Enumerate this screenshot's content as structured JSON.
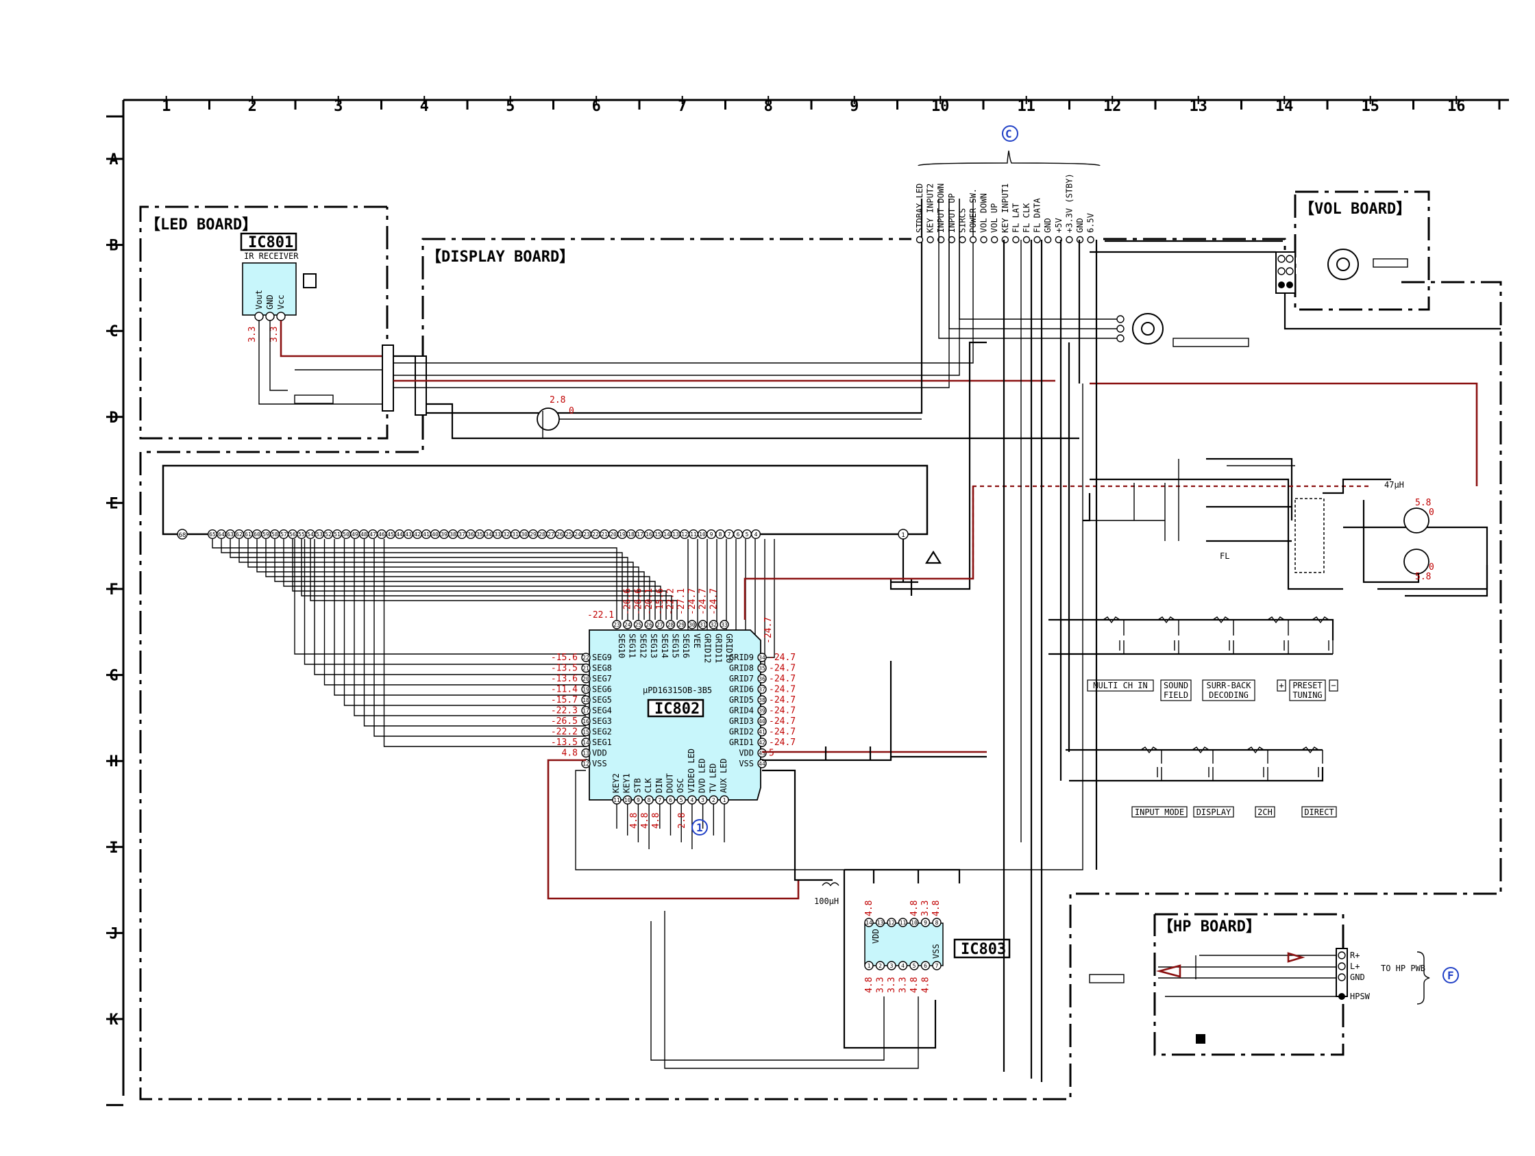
{
  "columns": [
    "1",
    "2",
    "3",
    "4",
    "5",
    "6",
    "7",
    "8",
    "9",
    "10",
    "11",
    "12",
    "13",
    "14",
    "15",
    "16"
  ],
  "rows": [
    "A",
    "B",
    "C",
    "D",
    "E",
    "F",
    "G",
    "H",
    "I",
    "J",
    "K"
  ],
  "boards": {
    "led": "【LED BOARD】",
    "display": "【DISPLAY BOARD】",
    "vol": "【VOL BOARD】",
    "hp": "【HP BOARD】"
  },
  "ic801": {
    "name": "IC801",
    "desc": "IR RECEIVER",
    "pins": [
      "Vout",
      "GND",
      "Vcc"
    ],
    "v1": "3.3",
    "v2": "3.3"
  },
  "ic802": {
    "name": "IC802",
    "part": "μPD16315OB-3B5",
    "top_voltages": [
      "-22.1",
      "-26.6",
      "-26.6",
      "-20.1",
      "-15.6",
      "-22.2",
      "-27.1",
      "-24.7",
      "-24.7",
      "-24.7"
    ],
    "left_pins": [
      {
        "n": "22",
        "label": "SEG9",
        "v": "-15.6"
      },
      {
        "n": "21",
        "label": "SEG8",
        "v": "-13.5"
      },
      {
        "n": "20",
        "label": "SEG7",
        "v": "-13.6"
      },
      {
        "n": "19",
        "label": "SEG6",
        "v": "-11.4"
      },
      {
        "n": "18",
        "label": "SEG5",
        "v": "-15.7"
      },
      {
        "n": "17",
        "label": "SEG4",
        "v": "-22.3"
      },
      {
        "n": "16",
        "label": "SEG3",
        "v": "-26.5"
      },
      {
        "n": "15",
        "label": "SEG2",
        "v": "-22.2"
      },
      {
        "n": "14",
        "label": "SEG1",
        "v": "-13.5"
      },
      {
        "n": "13",
        "label": "VDD",
        "v": "4.8"
      },
      {
        "n": "12",
        "label": "VSS",
        "v": ""
      }
    ],
    "right_pins": [
      {
        "n": "34",
        "label": "GRID9",
        "v": "-24.7"
      },
      {
        "n": "35",
        "label": "GRID8",
        "v": "-24.7"
      },
      {
        "n": "36",
        "label": "GRID7",
        "v": "-24.7"
      },
      {
        "n": "37",
        "label": "GRID6",
        "v": "-24.7"
      },
      {
        "n": "38",
        "label": "GRID5",
        "v": "-24.7"
      },
      {
        "n": "39",
        "label": "GRID4",
        "v": "-24.7"
      },
      {
        "n": "40",
        "label": "GRID3",
        "v": "-24.7"
      },
      {
        "n": "41",
        "label": "GRID2",
        "v": "-24.7"
      },
      {
        "n": "42",
        "label": "GRID1",
        "v": "-24.7"
      },
      {
        "n": "43",
        "label": "VDD",
        "v": "5"
      },
      {
        "n": "44",
        "label": "VSS",
        "v": ""
      }
    ],
    "right_top_v": "-24.7",
    "bottom_pins": [
      "KEY2",
      "KEY1",
      "STB",
      "CLK",
      "DIN",
      "DOUT",
      "OSC",
      "VIDEO LED",
      "DVD LED",
      "TV LED",
      "AUX LED"
    ],
    "bottom_v": [
      "4.8",
      "4.8",
      "4.8",
      "2.8"
    ],
    "top_pins": [
      "SEG10",
      "SEG11",
      "SEG12",
      "SEG13",
      "SEG14",
      "SEG15",
      "SEG16",
      "VEE",
      "GRID12",
      "GRID11",
      "GRID10"
    ]
  },
  "ic803": {
    "name": "IC803",
    "vdd": "VDD",
    "vss": "VSS",
    "top_v": [
      "4.8",
      "4.8",
      "3.3",
      "4.8"
    ],
    "bottom_v": [
      "4.8",
      "3.3",
      "3.3",
      "3.3",
      "4.8",
      "4.8"
    ]
  },
  "connector_c": {
    "ref": "C",
    "signals": [
      "STDBAY LED",
      "KEY INPUT2",
      "INPUT DOWN",
      "INPUT UP",
      "SIRCS",
      "POWER SW.",
      "VOL DOWN",
      "VOL UP",
      "KEY INPUT1",
      "FL LAT",
      "FL CLK",
      "FL DATA",
      "GND",
      "+5V",
      "+3.3V (STBY)",
      "GND",
      "6.5V"
    ]
  },
  "transistor_v": {
    "b": "2.8",
    "e": "0"
  },
  "inverter": {
    "l1": "47μH",
    "fl": "FL",
    "v_top": "5.8",
    "v_top0": "0",
    "v_bot": "0",
    "v_bot2": "5.8"
  },
  "inductor_j": "100μH",
  "keys_g": [
    "MULTI CH IN",
    "SOUND FIELD",
    "SURR-BACK DECODING",
    "+",
    "PRESET TUNING",
    "−"
  ],
  "keys_i": [
    "INPUT MODE",
    "DISPLAY",
    "2CH",
    "DIRECT"
  ],
  "hp": {
    "pins": [
      "R+",
      "L+",
      "GND",
      "HPSW"
    ],
    "to": "TO HP PWB",
    "ref": "F"
  },
  "marker_1": "1",
  "colors": {
    "ic_fill": "#c8f6fb",
    "voltage": "#c00000",
    "red_wire": "#8b1111",
    "ref_blue": "#1f3fc6"
  }
}
